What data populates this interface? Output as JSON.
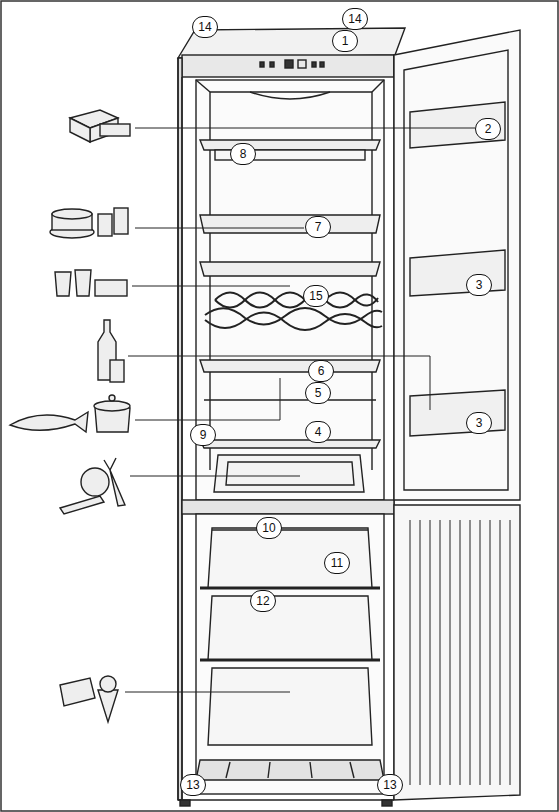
{
  "diagram": {
    "labels": [
      "14",
      "14",
      "1",
      "2",
      "8",
      "7",
      "3",
      "15",
      "6",
      "5",
      "3",
      "9",
      "4",
      "10",
      "11",
      "12",
      "13",
      "13"
    ]
  }
}
